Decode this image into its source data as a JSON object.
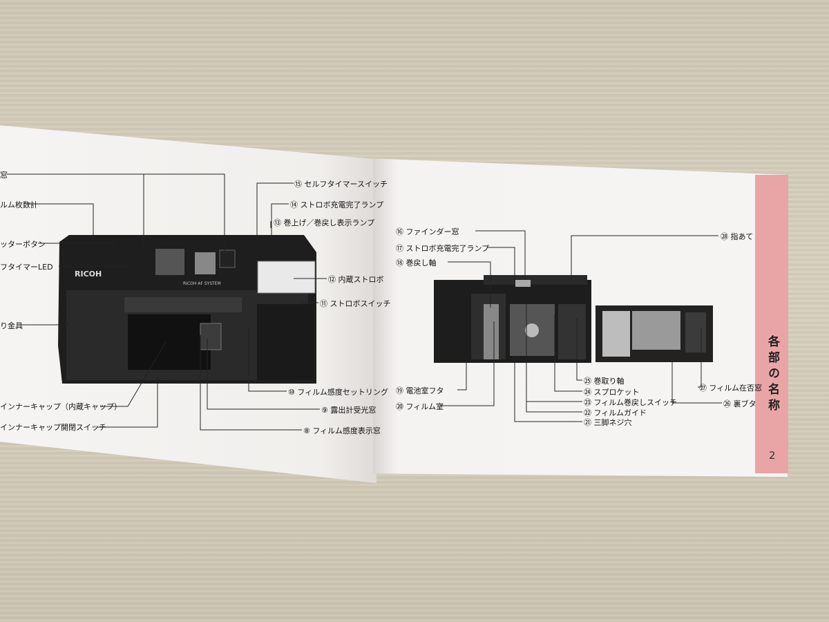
{
  "tab": {
    "title": "各部の名称",
    "page_number": "2"
  },
  "left_labels": [
    {
      "text": "窓"
    },
    {
      "text": "ルム枚数計"
    },
    {
      "text": "ッターボタン"
    },
    {
      "text": "フタイマーLED"
    },
    {
      "text": "り金具"
    },
    {
      "text": "インナーキャップ（内蔵キャップ）"
    },
    {
      "text": "インナーキャップ開閉スイッチ"
    },
    {
      "text": "⑮ セルフタイマースイッチ"
    },
    {
      "text": "⑭ ストロボ充電完了ランプ"
    },
    {
      "text": "⑬ 巻上げ／巻戻し表示ランプ"
    },
    {
      "text": "⑫ 内蔵ストロボ"
    },
    {
      "text": "⑪ ストロボスイッチ"
    },
    {
      "text": "⑩ フィルム感度セットリング"
    },
    {
      "text": "⑨ 露出計受光窓"
    },
    {
      "text": "⑧ フィルム感度表示窓"
    }
  ],
  "right_labels": [
    {
      "text": "⑯ ファインダー窓"
    },
    {
      "text": "⑰ ストロボ充電完了ランプ"
    },
    {
      "text": "⑱ 巻戻し軸"
    },
    {
      "text": "⑲ 電池室フタ"
    },
    {
      "text": "⑳ フィルム室"
    },
    {
      "text": "㉕ 巻取り軸"
    },
    {
      "text": "㉔ スプロケット"
    },
    {
      "text": "㉓ フィルム巻戻しスイッチ"
    },
    {
      "text": "㉒ フィルムガイド"
    },
    {
      "text": "㉑ 三脚ネジ穴"
    },
    {
      "text": "㉗ フィルム在否窓"
    },
    {
      "text": "㉖ 裏ブタ"
    },
    {
      "text": "㉘ 指あて"
    }
  ],
  "camera_front": {
    "brand": "RICOH",
    "system": "RICOH AF SYSTEM"
  },
  "colors": {
    "tab": "#e9a5a6",
    "paper": "#f6f4f2",
    "camera": "#1c1c1c"
  }
}
